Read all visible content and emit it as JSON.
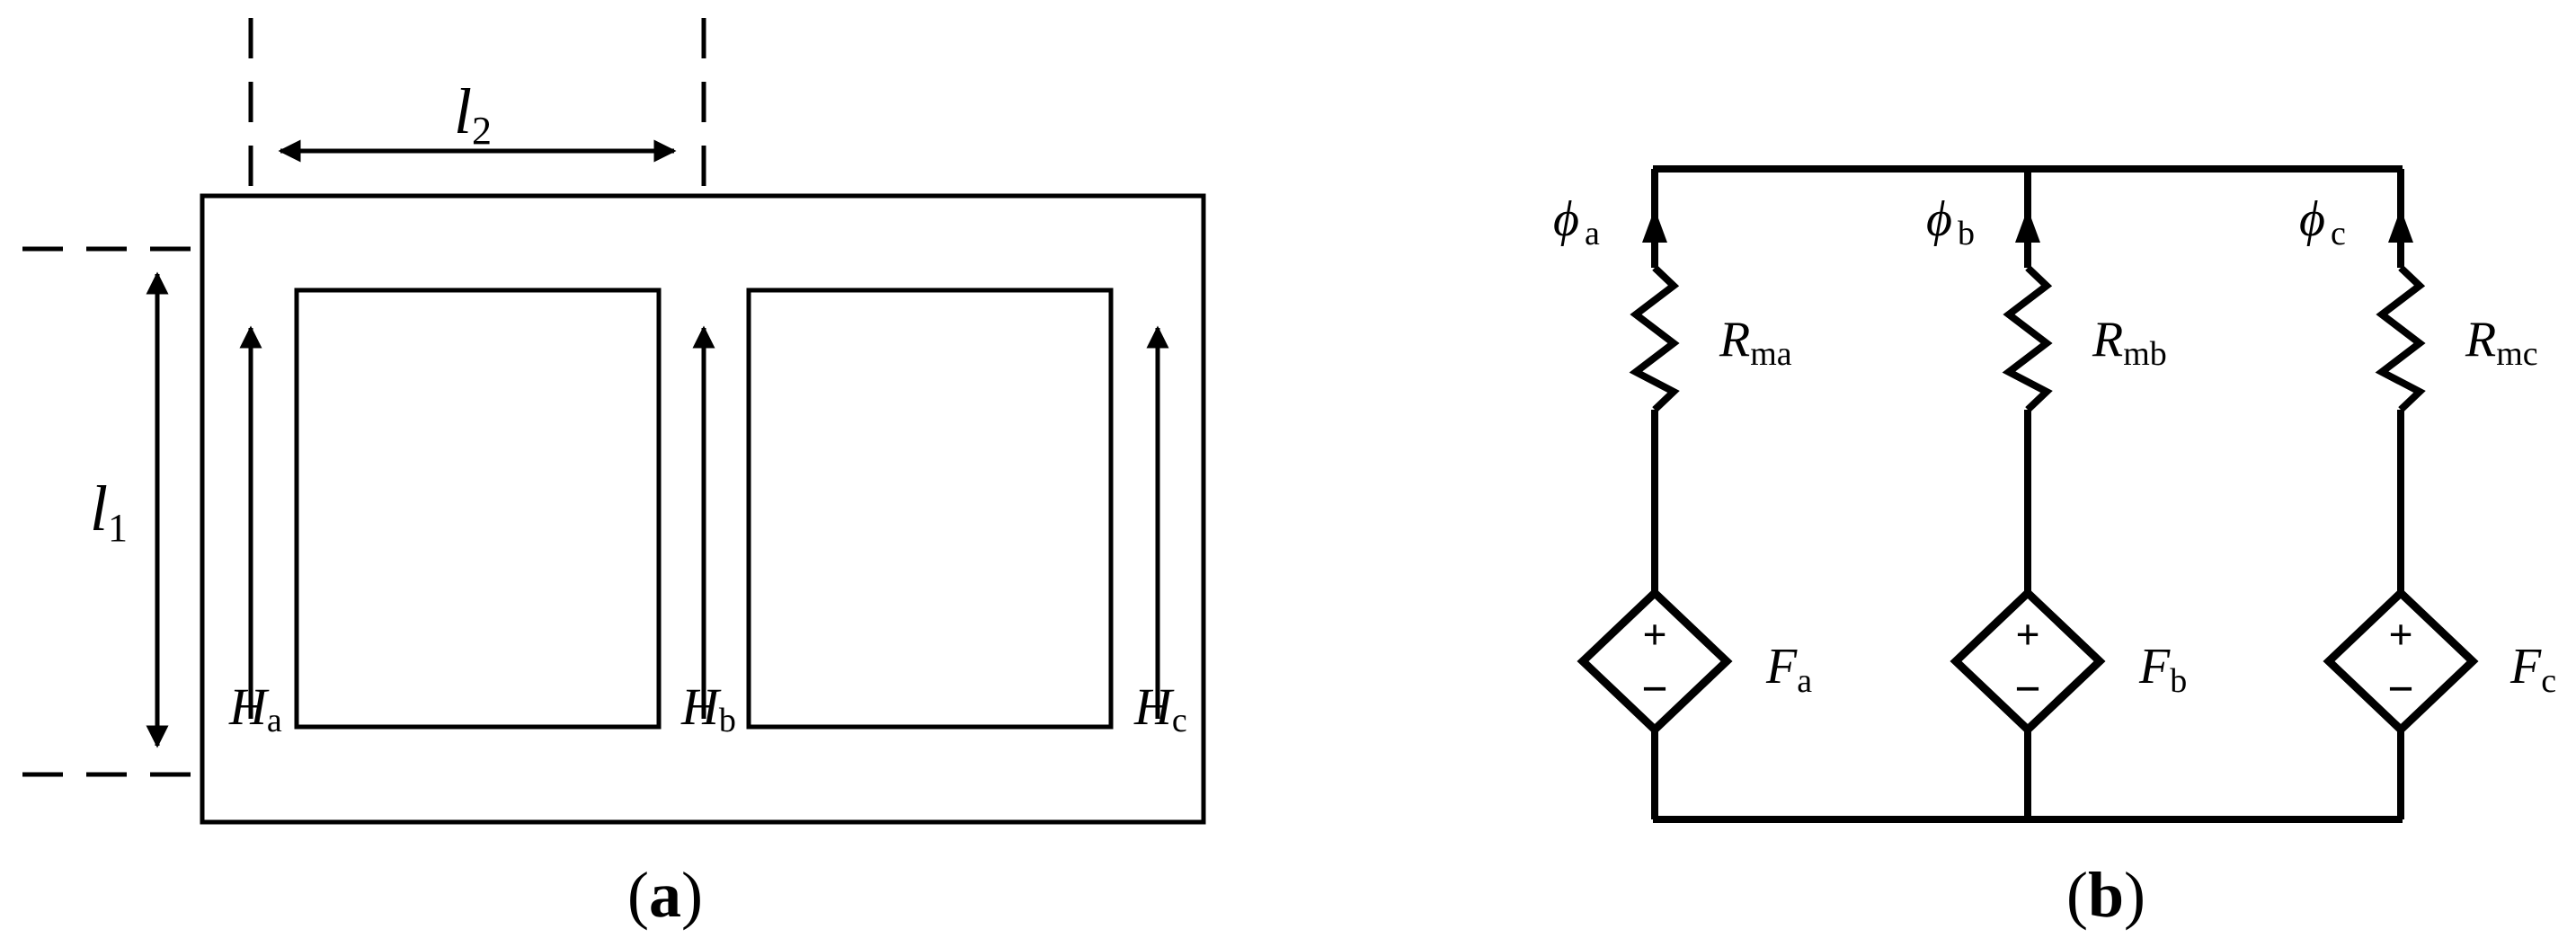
{
  "panel_a": {
    "caption_open": "(",
    "caption_letter": "a",
    "caption_close": ")",
    "dim_l1": {
      "symbol": "l",
      "sub": "1"
    },
    "dim_l2": {
      "symbol": "l",
      "sub": "2"
    },
    "field_a": {
      "symbol": "H",
      "sub": "a"
    },
    "field_b": {
      "symbol": "H",
      "sub": "b"
    },
    "field_c": {
      "symbol": "H",
      "sub": "c"
    }
  },
  "panel_b": {
    "caption_open": "(",
    "caption_letter": "b",
    "caption_close": ")",
    "branches": [
      {
        "flux": {
          "symbol": "ϕ",
          "sub": "a"
        },
        "reluctance": {
          "symbol": "R",
          "sub": "ma"
        },
        "mmf": {
          "symbol": "F",
          "sub": "a"
        },
        "plus": "+",
        "minus": "−"
      },
      {
        "flux": {
          "symbol": "ϕ",
          "sub": "b"
        },
        "reluctance": {
          "symbol": "R",
          "sub": "mb"
        },
        "mmf": {
          "symbol": "F",
          "sub": "b"
        },
        "plus": "+",
        "minus": "−"
      },
      {
        "flux": {
          "symbol": "ϕ",
          "sub": "c"
        },
        "reluctance": {
          "symbol": "R",
          "sub": "mc"
        },
        "mmf": {
          "symbol": "F",
          "sub": "c"
        },
        "plus": "+",
        "minus": "−"
      }
    ]
  }
}
